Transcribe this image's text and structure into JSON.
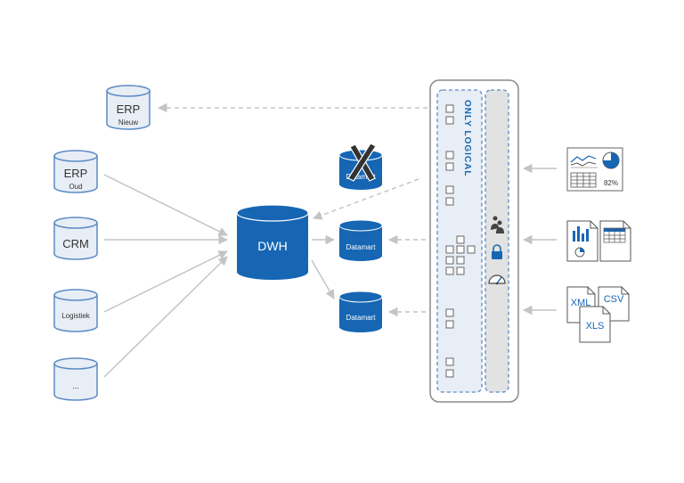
{
  "sources": {
    "erp_new": {
      "title": "ERP",
      "subtitle": "Nieuw"
    },
    "erp_old": {
      "title": "ERP",
      "subtitle": "Oud"
    },
    "crm": {
      "title": "CRM"
    },
    "logistics": {
      "title": "Logistiek"
    },
    "more": {
      "title": "..."
    }
  },
  "warehouse": {
    "label": "DWH"
  },
  "datamarts": [
    {
      "label": "Datamart",
      "crossed": true
    },
    {
      "label": "Datamart",
      "crossed": false
    },
    {
      "label": "Datamart",
      "crossed": false
    }
  ],
  "logical_layer": {
    "label": "ONLY LOGICAL"
  },
  "reports": {
    "gauge_value": "82%"
  },
  "files": {
    "xml": "XML",
    "csv": "CSV",
    "xls": "XLS"
  },
  "colors": {
    "brand_blue": "#1666b4",
    "light_fill": "#e8eef6",
    "outline": "#5b8ac4",
    "arrow_gray": "#c4c4c4",
    "panel_border": "#8a8a8a",
    "cross": "#333333"
  }
}
